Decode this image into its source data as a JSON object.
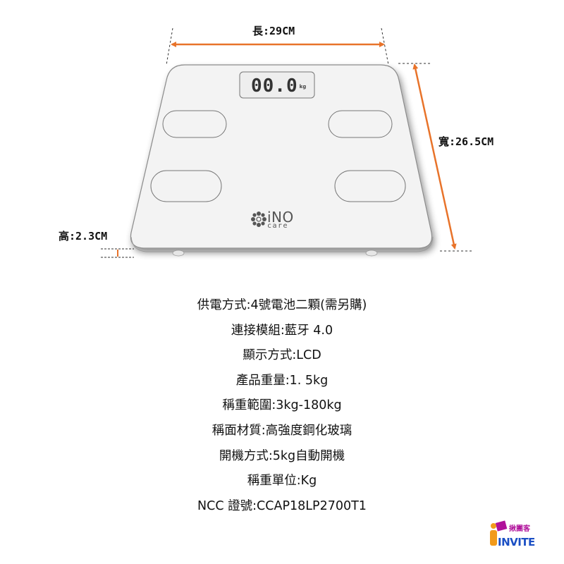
{
  "dimensions": {
    "length_label": "長:29CM",
    "width_label": "寬:26.5CM",
    "height_label": "高:2.3CM"
  },
  "scale": {
    "display_reading": "00.0",
    "display_unit": "kg",
    "brand_logo_line1": "iNO",
    "brand_logo_line2": "care"
  },
  "specs": [
    {
      "text": "供電方式:4號電池二顆(需另購)"
    },
    {
      "text": "連接模組:藍牙 4.0"
    },
    {
      "text": "顯示方式:LCD"
    },
    {
      "text": "產品重量:1. 5kg"
    },
    {
      "text": "稱重範圍:3kg-180kg"
    },
    {
      "text": "稱面材質:高強度鋼化玻璃"
    },
    {
      "text": "開機方式:5kg自動開機"
    },
    {
      "text": "稱重單位:Kg"
    },
    {
      "text": "NCC 證號:CCAP18LP2700T1"
    }
  ],
  "watermark": {
    "brand_cn": "揪團客",
    "brand_en": "INVITE"
  },
  "colors": {
    "arrow": "#e8732a",
    "scale_surface": "#f3f3f3",
    "scale_outline": "#8a8a8a",
    "text": "#111111"
  }
}
